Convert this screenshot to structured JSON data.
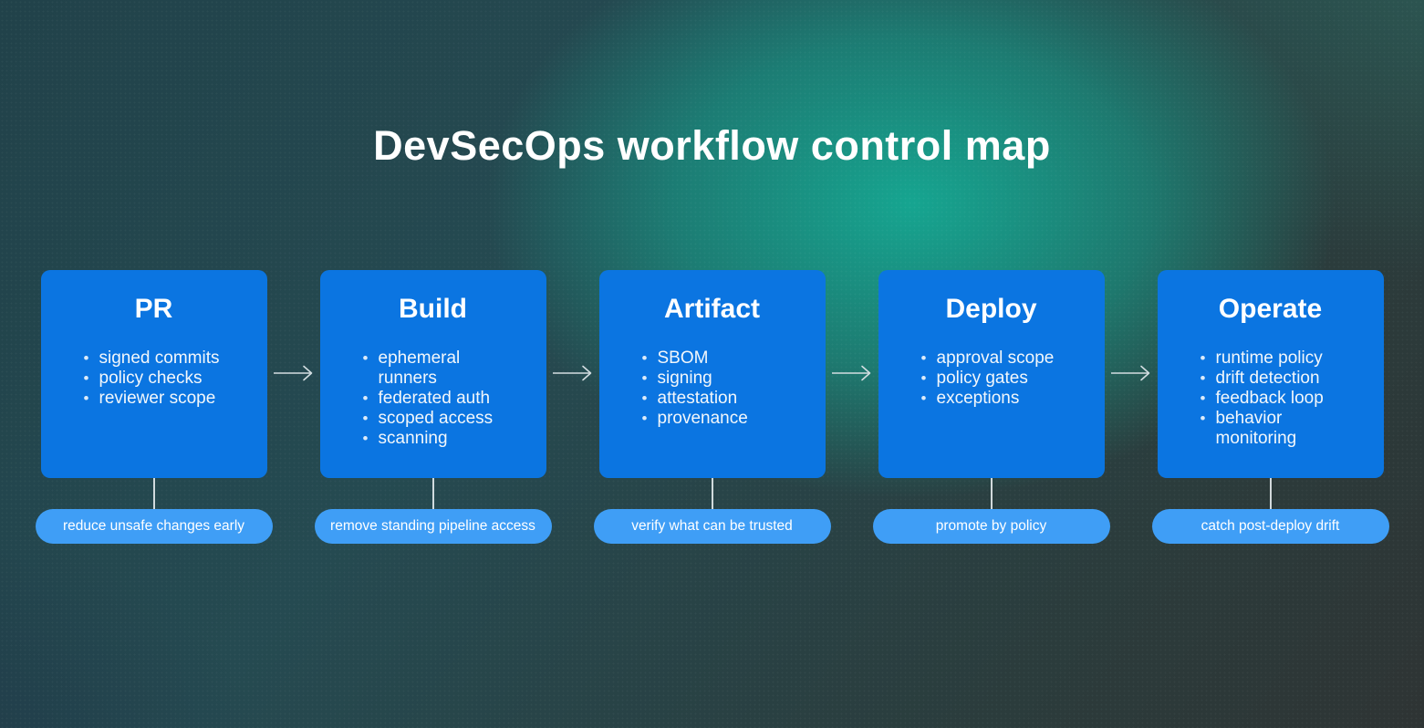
{
  "title": "DevSecOps workflow control map",
  "colors": {
    "box_fill": "#0b75e1",
    "pill_fill": "#3f9ef6",
    "background_glow": "#15aa94",
    "background_dark": "#21424a",
    "text": "#ffffff",
    "arrow": "#d3dde1"
  },
  "arrow_icon": "right-arrow",
  "stages": [
    {
      "name": "PR",
      "bullets": [
        "signed commits",
        "policy checks",
        "reviewer scope"
      ],
      "caption": "reduce unsafe changes early"
    },
    {
      "name": "Build",
      "bullets": [
        "ephemeral runners",
        "federated auth",
        "scoped access",
        "scanning"
      ],
      "caption": "remove standing pipeline access"
    },
    {
      "name": "Artifact",
      "bullets": [
        "SBOM",
        "signing",
        "attestation",
        "provenance"
      ],
      "caption": "verify what can be trusted"
    },
    {
      "name": "Deploy",
      "bullets": [
        "approval scope",
        "policy gates",
        "exceptions"
      ],
      "caption": "promote by policy"
    },
    {
      "name": "Operate",
      "bullets": [
        "runtime policy",
        "drift detection",
        "feedback loop",
        "behavior monitoring"
      ],
      "caption": "catch post-deploy drift"
    }
  ]
}
